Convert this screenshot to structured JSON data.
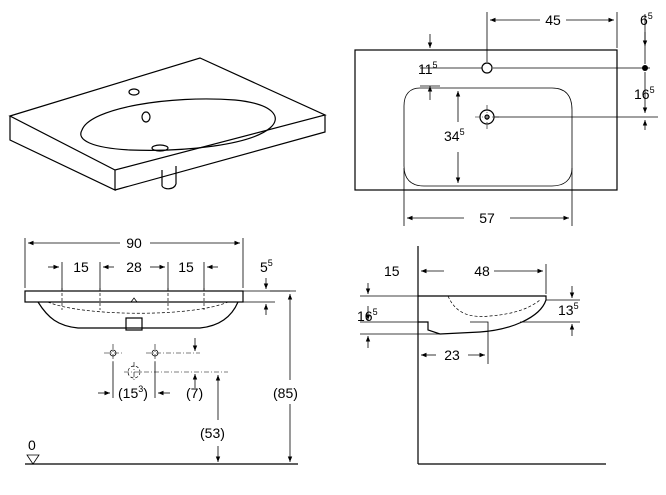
{
  "perspective_view": {},
  "top_view": {
    "dims": {
      "tap_offset": "45",
      "tap_edge_base": "6",
      "tap_edge_exp": "5",
      "tap_depth_base": "11",
      "tap_depth_exp": "5",
      "drain_depth_base": "16",
      "drain_depth_exp": "5",
      "bowl_depth_base": "34",
      "bowl_depth_exp": "5",
      "bowl_width": "57"
    }
  },
  "front_view": {
    "dims": {
      "total_width": "90",
      "hole_spacing_left": "15",
      "hole_spacing_center": "28",
      "hole_spacing_right": "15",
      "rim_height_base": "5",
      "rim_height_exp": "5",
      "waste_spacing_open": "(15",
      "waste_spacing_exp": "3",
      "waste_spacing_close": ")",
      "waste_offset": "(7)",
      "waste_height": "(53)",
      "mounting_height": "(85)",
      "floor_level": "0"
    }
  },
  "side_view": {
    "dims": {
      "wall_offset": "15",
      "depth": "48",
      "side_rim_base": "13",
      "side_rim_exp": "5",
      "side_height_base": "16",
      "side_height_exp": "5",
      "drain_offset": "23"
    }
  }
}
